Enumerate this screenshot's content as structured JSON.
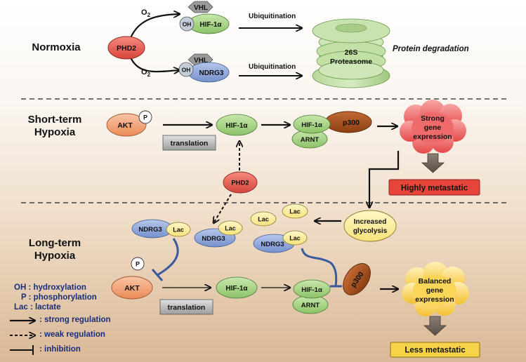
{
  "sections": {
    "normoxia": "Normoxia",
    "short_term": [
      "Short-term",
      "Hypoxia"
    ],
    "long_term": [
      "Long-term",
      "Hypoxia"
    ]
  },
  "molecules": {
    "phd2": "PHD2",
    "vhl": "VHL",
    "oh": "OH",
    "hif1a": "HIF-1α",
    "ndrg3": "NDRG3",
    "akt": "AKT",
    "p": "P",
    "p300": "p300",
    "arnt": "ARNT",
    "lac": "Lac",
    "o2": "O",
    "o2_sub": "2",
    "proteasome": [
      "26S",
      "Proteasome"
    ]
  },
  "processes": {
    "ubiquitination": "Ubiquitination",
    "protein_degradation": "Protein degradation",
    "translation": "translation",
    "increased_glycolysis": [
      "Increased",
      "glycolysis"
    ]
  },
  "outcomes": {
    "strong_expression": [
      "Strong",
      "gene",
      "expression"
    ],
    "balanced_expression": [
      "Balanced",
      "gene",
      "expression"
    ],
    "highly_metastatic": "Highly metastatic",
    "less_metastatic": "Less metastatic"
  },
  "legend": {
    "oh": "OH : hydroxylation",
    "p": "P : phosphorylation",
    "lac": "Lac : lactate",
    "strong": ": strong regulation",
    "weak": ": weak regulation",
    "inhibition": ": inhibition"
  },
  "colors": {
    "phd2": "#e8574a",
    "vhl": "#9a9a9a",
    "hif1a": "#a9d48c",
    "ndrg3": "#8fa6d6",
    "akt": "#f2a57a",
    "p300": "#a8521e",
    "lac": "#fbec9e",
    "glycolysis": "#f7e47a",
    "strong_cloud": "#f06a6a",
    "balanced_cloud": "#f9d45e",
    "inhibitor": "#3a5aa0",
    "legend_text": "#1a2e7a"
  }
}
